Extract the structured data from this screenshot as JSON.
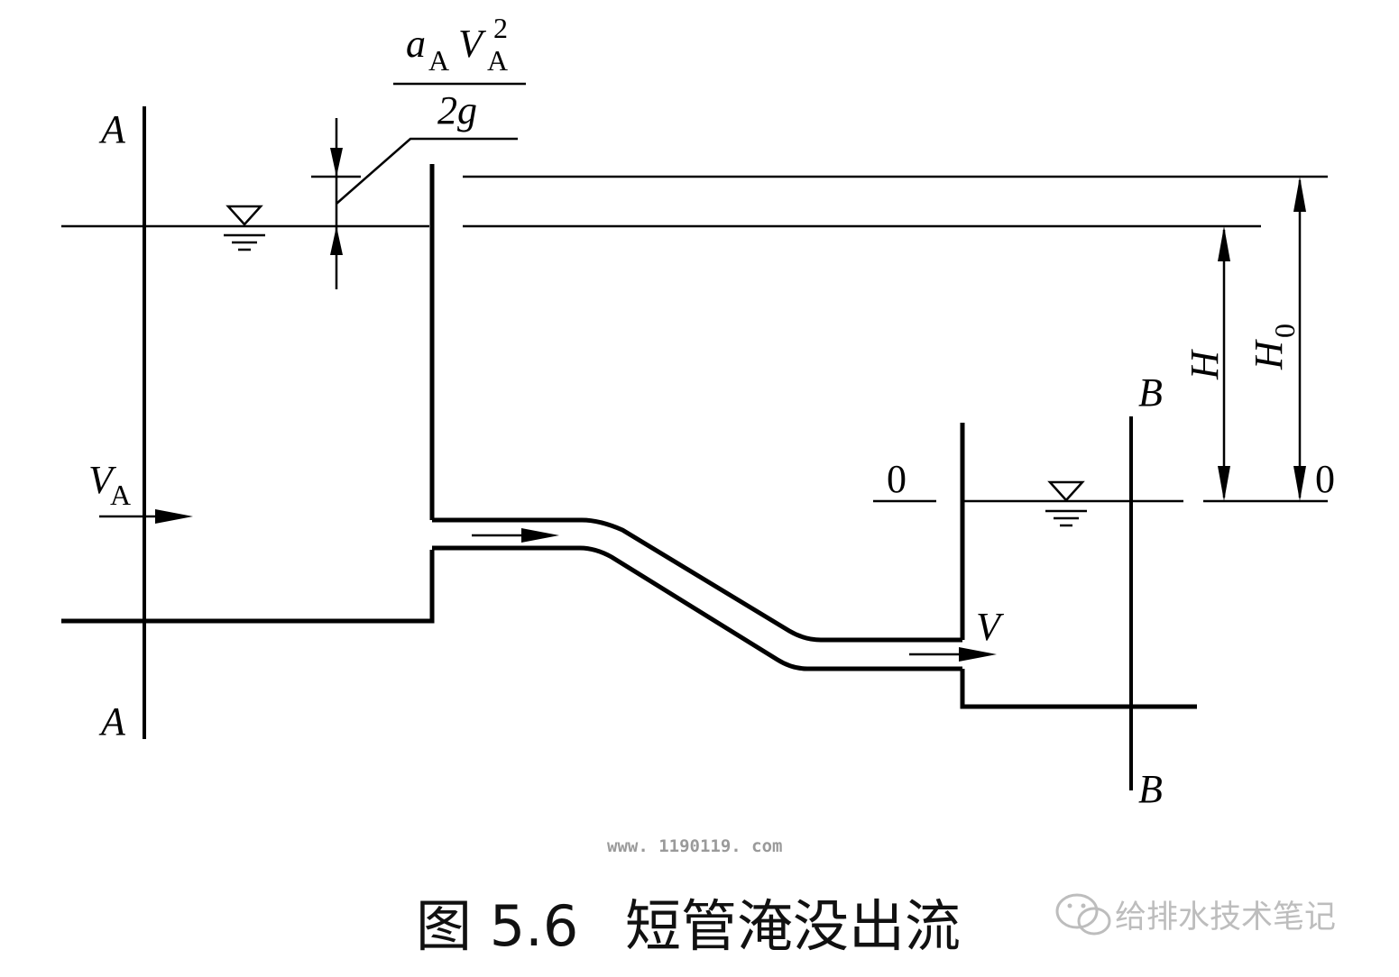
{
  "labels": {
    "section_a_top": "A",
    "section_a_bottom": "A",
    "section_b_top": "B",
    "section_b_bottom": "B",
    "datum_left": "0",
    "datum_right": "0",
    "velocity_a_main": "V",
    "velocity_a_sub": "A",
    "velocity_out": "V",
    "head_h": "H",
    "head_h0_main": "H",
    "head_h0_sub": "0"
  },
  "velocity_head": {
    "num_a": "a",
    "num_a_sub": "A",
    "num_v": "V",
    "num_v_sub": "A",
    "num_v_sup": "2",
    "denominator": "2g"
  },
  "watermark": "www. 1190119. com",
  "caption": {
    "figure_number": "图 5.6",
    "title": "短管淹没出流"
  },
  "brand": {
    "name": "给排水技术笔记",
    "icon": "wechat-icon"
  }
}
